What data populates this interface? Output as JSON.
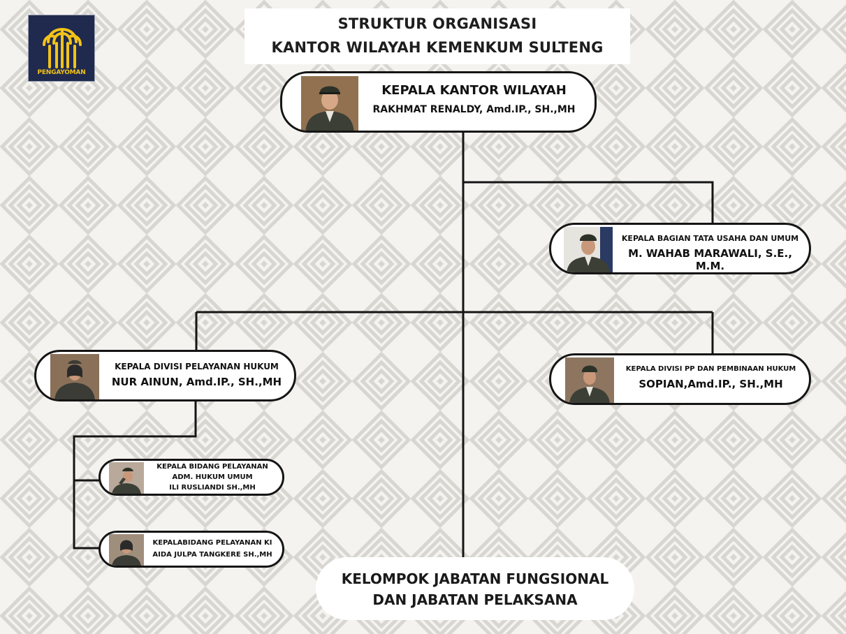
{
  "header": {
    "title_line1": "STRUKTUR ORGANISASI",
    "title_line2": "KANTOR WILAYAH KEMENKUM SULTENG"
  },
  "logo": {
    "text": "PENGAYOMAN",
    "colors": {
      "background": "#1f2a4e",
      "emblem": "#f3c318"
    }
  },
  "nodes": {
    "head": {
      "role": "KEPALA KANTOR WILAYAH",
      "name": "RAKHMAT RENALDY, Amd.IP., SH.,MH"
    },
    "admin": {
      "role": "KEPALA BAGIAN TATA USAHA DAN UMUM",
      "name": "M. WAHAB MARAWALI, S.E., M.M."
    },
    "legal_services": {
      "role": "KEPALA DIVISI PELAYANAN HUKUM",
      "name": "NUR AINUN, Amd.IP., SH.,MH"
    },
    "pp_legal_development": {
      "role": "KEPALA DIVISI PP DAN PEMBINAAN HUKUM",
      "name": "SOPIAN,Amd.IP., SH.,MH"
    },
    "general_legal_admin": {
      "role_line1": "KEPALA BIDANG PELAYANAN",
      "role_line2": "ADM. HUKUM UMUM",
      "name": "ILI RUSLIANDI SH.,MH"
    },
    "ip_services": {
      "role": "KEPALABIDANG PELAYANAN KI",
      "name": "AIDA JULPA TANGKERE SH.,MH"
    }
  },
  "footer": {
    "line1": "KELOMPOK JABATAN FUNGSIONAL",
    "line2": "DAN JABATAN PELAKSANA"
  },
  "colors": {
    "background": "#f2f1ee",
    "pattern": "#dcdad5",
    "connector": "#151515",
    "card": "#ffffff"
  }
}
